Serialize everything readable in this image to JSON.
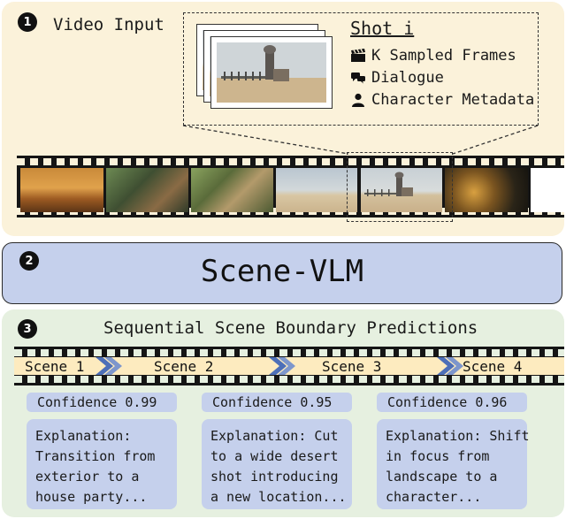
{
  "step1": {
    "number": "1",
    "title": "Video Input"
  },
  "shot": {
    "title": "Shot i",
    "items": [
      {
        "icon": "clapperboard-icon",
        "label": "K Sampled Frames"
      },
      {
        "icon": "speech-bubbles-icon",
        "label": "Dialogue"
      },
      {
        "icon": "person-icon",
        "label": "Character Metadata"
      }
    ]
  },
  "step2": {
    "number": "2",
    "title": "Scene-VLM"
  },
  "step3": {
    "number": "3",
    "title": "Sequential Scene Boundary Predictions",
    "scenes": [
      "Scene 1",
      "Scene 2",
      "Scene 3",
      "Scene 4"
    ],
    "predictions": [
      {
        "confidence": "Confidence 0.99",
        "explanation": [
          "Explanation:",
          "Transition from",
          "exterior to a",
          "house party..."
        ]
      },
      {
        "confidence": "Confidence 0.95",
        "explanation": [
          "Explanation: Cut",
          "to a wide desert",
          "shot introducing",
          "a new location..."
        ]
      },
      {
        "confidence": "Confidence 0.96",
        "explanation": [
          "Explanation: Shift",
          "in focus from",
          "landscape to a",
          "character..."
        ]
      }
    ]
  },
  "colors": {
    "panel1_bg": "#fbf2da",
    "panel2_bg": "#c5d0ec",
    "panel3_bg": "#e6f0e0",
    "scene_strip": "#fdebbf",
    "arrow_blue": "#4d6fb8"
  }
}
